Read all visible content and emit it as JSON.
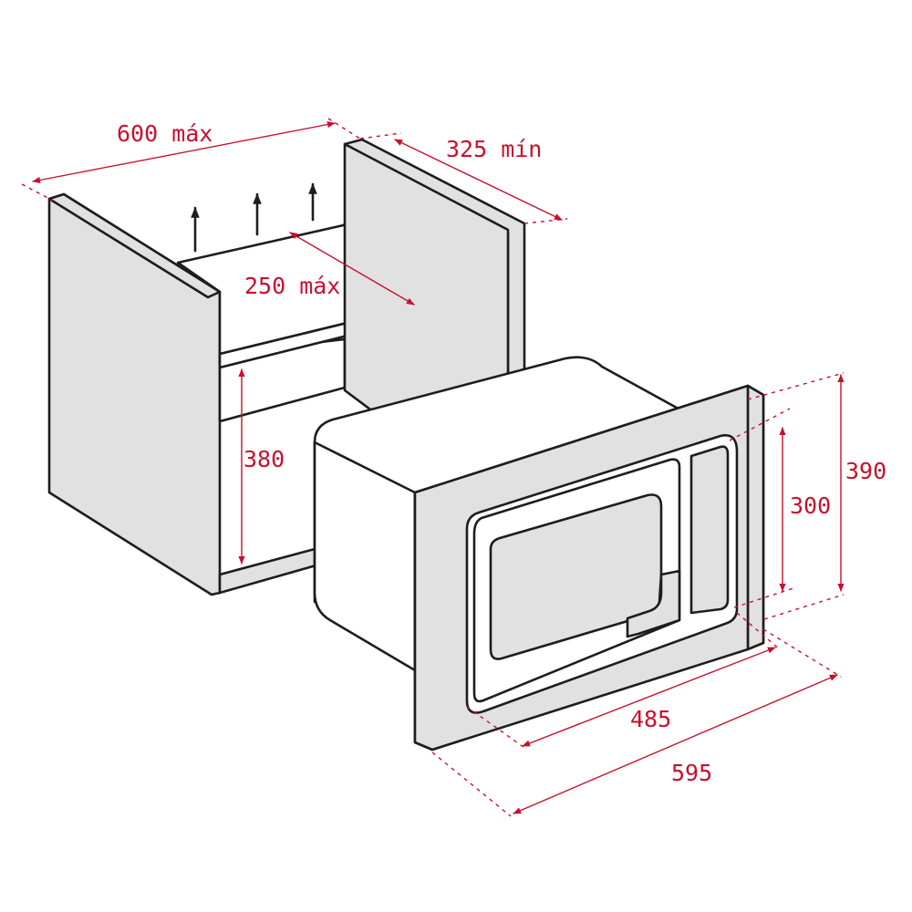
{
  "colors": {
    "line": "#1d1d1b",
    "fill": "#e1e1e1",
    "dimension": "#c8102e"
  },
  "dimensions": {
    "width_max": "600 máx",
    "depth_min": "325 mín",
    "vent_max": "250 máx",
    "niche_height": "380",
    "appliance_height": "390",
    "front_height": "300",
    "cavity_width": "485",
    "appliance_width": "595"
  }
}
